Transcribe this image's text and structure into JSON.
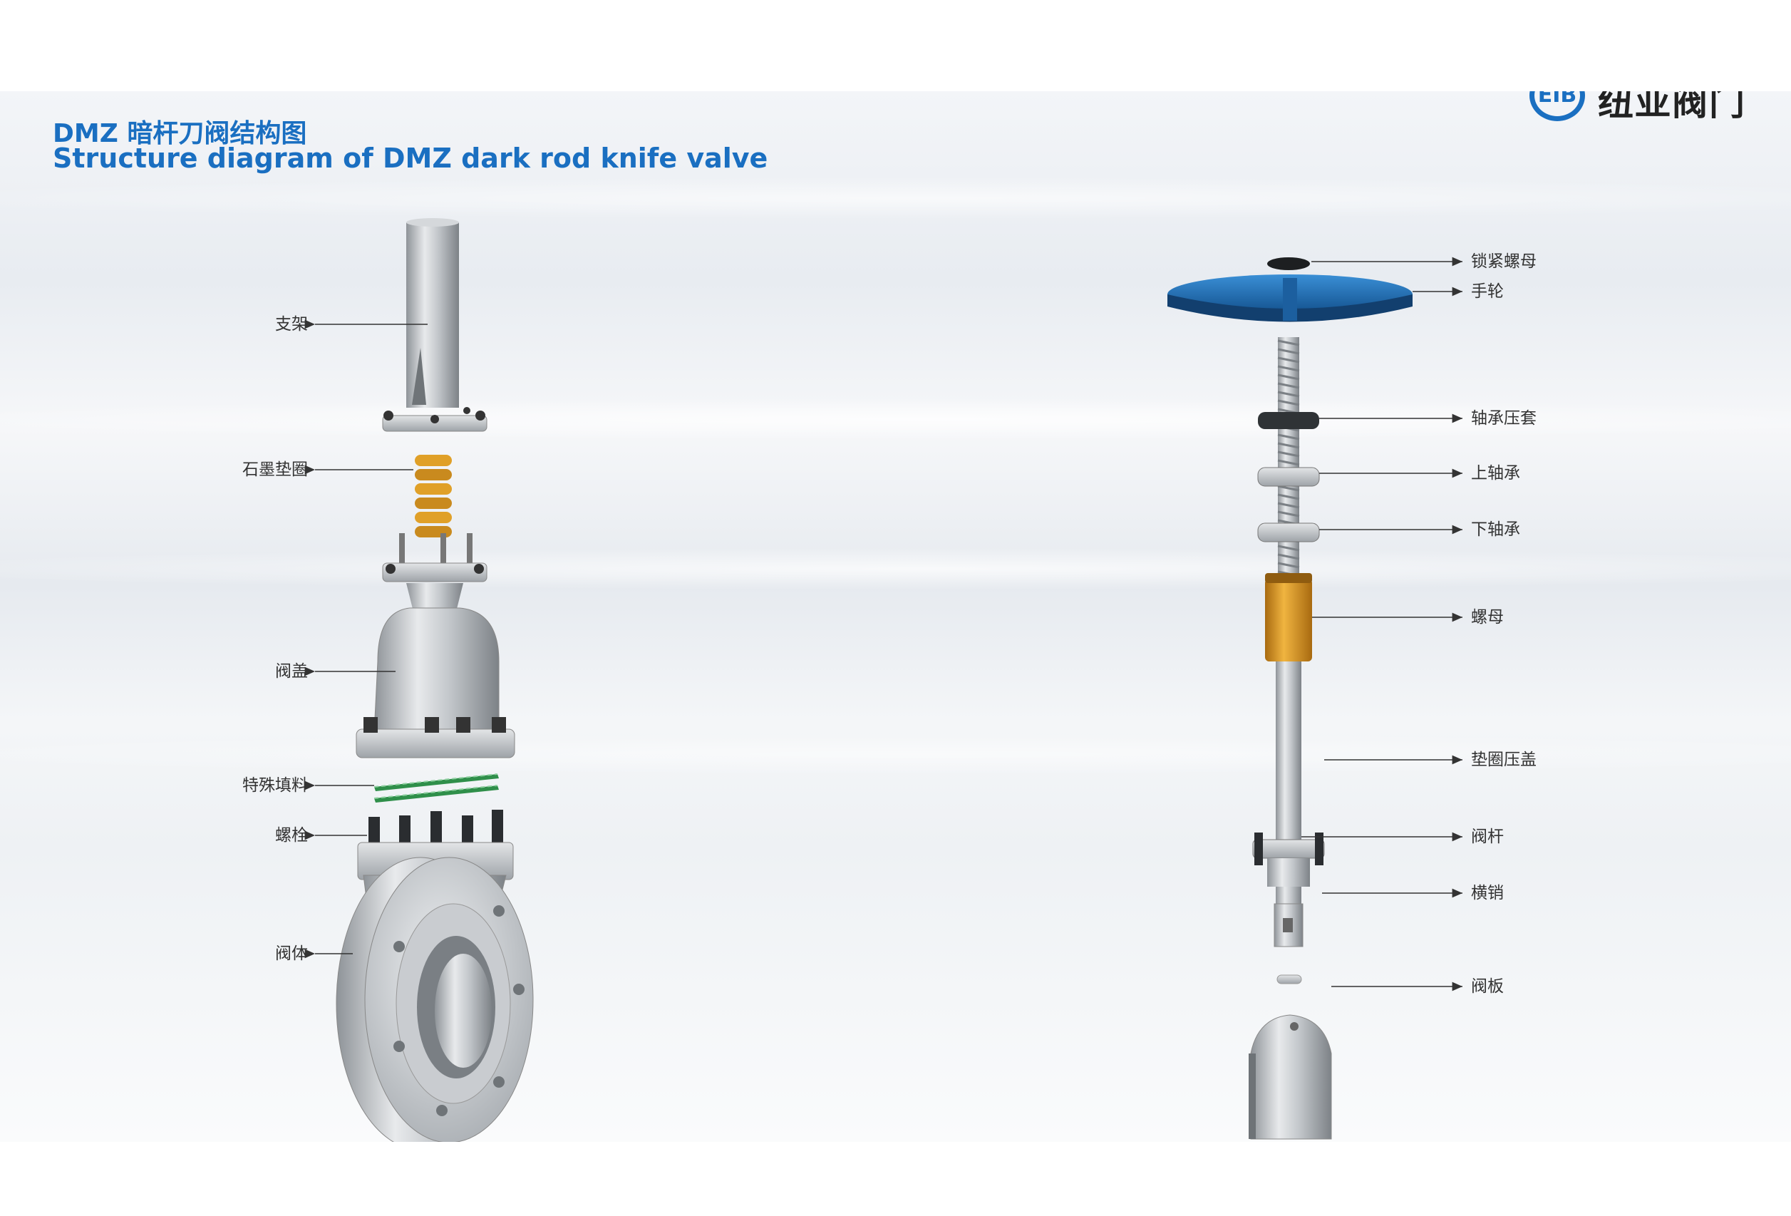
{
  "title_cn": "DMZ 暗杆刀阀结构图",
  "title_en": "Structure diagram of DMZ dark rod knife valve",
  "logo": {
    "mark": "EIB",
    "name": "纽亚阀门"
  },
  "labels_left": {
    "bracket": "支架",
    "graphite_washer": "石墨垫圈",
    "bonnet": "阀盖",
    "special_packing": "特殊填料",
    "bolt": "螺栓",
    "body": "阀体"
  },
  "labels_right": {
    "lock_nut": "锁紧螺母",
    "handwheel": "手轮",
    "bearing_gland": "轴承压套",
    "upper_bearing": "上轴承",
    "lower_bearing": "下轴承",
    "nut": "螺母",
    "packing_gland": "垫圈压盖",
    "stem": "阀杆",
    "cross_pin": "横销",
    "gate": "阀板"
  },
  "colors": {
    "title": "#1a6fc1",
    "handwheel": "#1f6fb5",
    "spring": "#e0a028",
    "brass": "#c98a1e",
    "packing": "#2f8f4a",
    "steel": "#b9bdc2"
  }
}
